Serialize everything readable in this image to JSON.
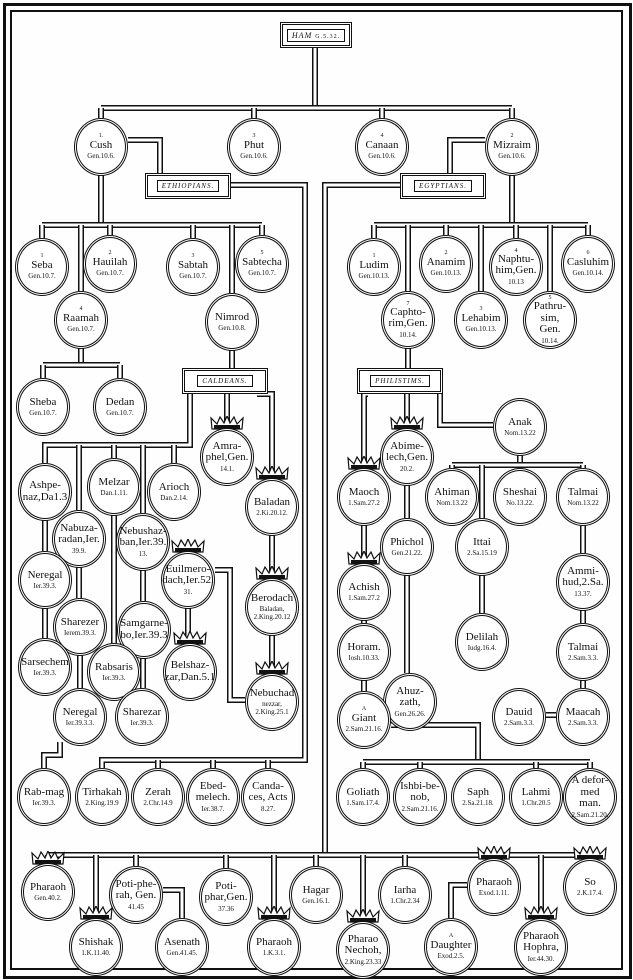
{
  "banners": {
    "ham": "HAM",
    "ham_ref": "G.5.32.",
    "ethiopians": "ETHIOPIANS.",
    "egyptians": "EGYPTIANS.",
    "caldeans": "CALDEANS.",
    "philistims": "PHILISTIMS."
  },
  "nodes": [
    {
      "id": "cush",
      "num": "1.",
      "name": "Cush",
      "ref": "Gen.10.6."
    },
    {
      "id": "phut",
      "num": "3",
      "name": "Phut",
      "ref": "Gen.10.6."
    },
    {
      "id": "canaan",
      "num": "4",
      "name": "Canaan",
      "ref": "Gen.10.6."
    },
    {
      "id": "mizraim",
      "num": "2",
      "name": "Mizraim",
      "ref": "Gen.10.6."
    },
    {
      "id": "seba",
      "num": "1",
      "name": "Seba",
      "ref": "Gen.10.7."
    },
    {
      "id": "hauilah",
      "num": "2",
      "name": "Hauilah",
      "ref": "Gen.10.7."
    },
    {
      "id": "sabtah",
      "num": "3",
      "name": "Sabtah",
      "ref": "Gen.10.7."
    },
    {
      "id": "sabtecha",
      "num": "5",
      "name": "Sabtecha",
      "ref": "Gen.10.7."
    },
    {
      "id": "raamah",
      "num": "4",
      "name": "Raamah",
      "ref": "Gen.10.7."
    },
    {
      "id": "nimrod",
      "name": "Nimrod",
      "ref": "Gen.10.8."
    },
    {
      "id": "ludim",
      "num": "1",
      "name": "Ludim",
      "ref": "Gen.10.13."
    },
    {
      "id": "anamim",
      "num": "2",
      "name": "Anamim",
      "ref": "Gen.10.13."
    },
    {
      "id": "naphtuhim",
      "num": "4",
      "name": "Naphtu-him,Gen.",
      "ref": "10.13"
    },
    {
      "id": "casluhim",
      "num": "6",
      "name": "Casluhim",
      "ref": "Gen.10.14."
    },
    {
      "id": "caphtorim",
      "num": "7",
      "name": "Caphto-rim,Gen.",
      "ref": "10.14."
    },
    {
      "id": "lehabim",
      "num": "3",
      "name": "Lehabim",
      "ref": "Gen.10.13."
    },
    {
      "id": "pathrusim",
      "num": "5",
      "name": "Pathru-sim, Gen.",
      "ref": "10.14."
    },
    {
      "id": "sheba",
      "name": "Sheba",
      "ref": "Gen.10.7."
    },
    {
      "id": "dedan",
      "name": "Dedan",
      "ref": "Gen.10.7."
    },
    {
      "id": "amraphel",
      "name": "Amra-phel,Gen.",
      "ref": "14.1.",
      "crown": true
    },
    {
      "id": "baladan",
      "name": "Baladan",
      "ref": "2.Ki.20.12.",
      "crown": true
    },
    {
      "id": "berodach",
      "name": "Berodach",
      "ref": "Baladan, 2.King.20.12",
      "crown": true
    },
    {
      "id": "nebuchad",
      "name": "Nebuchad",
      "ref": "nezzar, 2.King.25.1",
      "crown": true
    },
    {
      "id": "ashpenaz",
      "name": "Ashpe-naz,Da1.3",
      "ref": ""
    },
    {
      "id": "melzar",
      "name": "Melzar",
      "ref": "Dan.1.11."
    },
    {
      "id": "arioch",
      "name": "Arioch",
      "ref": "Dan.2.14."
    },
    {
      "id": "nabuzaradan",
      "name": "Nabuza-radan,Ier.",
      "ref": "39.9."
    },
    {
      "id": "nebushazban",
      "name": "Nebushaz-ban,Ier.39.",
      "ref": "13."
    },
    {
      "id": "neregal1",
      "name": "Neregal",
      "ref": "Ier.39.3."
    },
    {
      "id": "euilmerodach",
      "name": "Euilmero-dach,Ier.52.",
      "ref": "31.",
      "crown": true
    },
    {
      "id": "sharezer",
      "name": "Sharezer",
      "ref": "Ierem.39.3."
    },
    {
      "id": "samgarnebo",
      "name": "Samgarne-bo,Ier.39.3",
      "ref": ""
    },
    {
      "id": "sarsechem",
      "name": "Sarsechem",
      "ref": "Ier.39.3."
    },
    {
      "id": "rabsaris",
      "name": "Rabsaris",
      "ref": "Ier.39.3."
    },
    {
      "id": "belshazzar",
      "name": "Belshaz-zar,Dan.5.1",
      "ref": "",
      "crown": true
    },
    {
      "id": "neregal2",
      "name": "Neregal",
      "ref": "Ier.39.3.3."
    },
    {
      "id": "sharezar",
      "name": "Sharezar",
      "ref": "Ier.39.3."
    },
    {
      "id": "anak",
      "name": "Anak",
      "ref": "Nom.13.22"
    },
    {
      "id": "abimelech",
      "name": "Abime-lech,Gen.",
      "ref": "20.2.",
      "crown": true
    },
    {
      "id": "maoch",
      "name": "Maoch",
      "ref": "1.Sam.27.2",
      "crown": true
    },
    {
      "id": "ahiman",
      "name": "Ahiman",
      "ref": "Nom.13.22"
    },
    {
      "id": "sheshai",
      "name": "Sheshai",
      "ref": "No.13.22."
    },
    {
      "id": "talmai1",
      "name": "Talmai",
      "ref": "Nom.13.22"
    },
    {
      "id": "phichol",
      "name": "Phichol",
      "ref": "Gen.21.22."
    },
    {
      "id": "ittai",
      "name": "Ittai",
      "ref": "2.Sa.15.19"
    },
    {
      "id": "achish",
      "name": "Achish",
      "ref": "1.Sam.27.2",
      "crown": true
    },
    {
      "id": "ammihud",
      "name": "Ammi-hud,2.Sa.",
      "ref": "13.37."
    },
    {
      "id": "horam",
      "name": "Horam.",
      "ref": "Iosh.10.33."
    },
    {
      "id": "delilah",
      "name": "Delilah",
      "ref": "Iudg.16.4."
    },
    {
      "id": "talmai2",
      "name": "Talmai",
      "ref": "2.Sam.3.3."
    },
    {
      "id": "ahuzzath",
      "name": "Ahuz-zath,",
      "ref": "Gen.26.26."
    },
    {
      "id": "giant",
      "num": "A",
      "name": "Giant",
      "ref": "2.Sam.21.16."
    },
    {
      "id": "dauid",
      "name": "Dauid",
      "ref": "2.Sam.3.3."
    },
    {
      "id": "maacah",
      "name": "Maacah",
      "ref": "2.Sam.3.3."
    },
    {
      "id": "rabmag",
      "name": "Rab-mag",
      "ref": "Ier.39.3."
    },
    {
      "id": "tirhakah",
      "name": "Tirhakah",
      "ref": "2.King.19.9"
    },
    {
      "id": "zerah",
      "name": "Zerah",
      "ref": "2.Chr.14.9"
    },
    {
      "id": "ebedmelech",
      "name": "Ebed-melech.",
      "ref": "Ier.38.7."
    },
    {
      "id": "candaces",
      "name": "Canda-ces, Acts",
      "ref": "8.27."
    },
    {
      "id": "goliath",
      "name": "Goliath",
      "ref": "1.Sam.17.4."
    },
    {
      "id": "ishbibenob",
      "name": "Ishbi-be-nob,",
      "ref": "2.Sam.21.16."
    },
    {
      "id": "saph",
      "name": "Saph",
      "ref": "2.Sa.21.18."
    },
    {
      "id": "lahmi",
      "name": "Lahmi",
      "ref": "1.Chr.20.5"
    },
    {
      "id": "deformed",
      "name": "A defor-med man.",
      "ref": "2.Sam.21.20."
    },
    {
      "id": "pharaoh1",
      "name": "Pharaoh",
      "ref": "Gen.40.2.",
      "crown": true
    },
    {
      "id": "potipherah",
      "name": "Poti-phe-rah, Gen.",
      "ref": "41.45"
    },
    {
      "id": "potiphar",
      "name": "Poti-phar,Gen.",
      "ref": "37.36"
    },
    {
      "id": "hagar",
      "name": "Hagar",
      "ref": "Gen.16.1."
    },
    {
      "id": "iarha",
      "name": "Iarha",
      "ref": "1.Chr.2.34"
    },
    {
      "id": "pharaoh2",
      "name": "Pharaoh",
      "ref": "Exod.1.11.",
      "crown": true
    },
    {
      "id": "so",
      "name": "So",
      "ref": "2.K.17.4.",
      "crown": true
    },
    {
      "id": "shishak",
      "name": "Shishak",
      "ref": "1.K.11.40.",
      "crown": true
    },
    {
      "id": "asenath",
      "name": "Asenath",
      "ref": "Gen.41.45."
    },
    {
      "id": "pharaoh3",
      "name": "Pharaoh",
      "ref": "1.K.3.1.",
      "crown": true
    },
    {
      "id": "pharaonecho",
      "name": "Pharao Nechoh,",
      "ref": "2.King.23.33",
      "crown": true
    },
    {
      "id": "daughter",
      "num": "A",
      "name": "Daughter",
      "ref": "Exod.2.5."
    },
    {
      "id": "pharaohhophra",
      "name": "Pharaoh Hophra,",
      "ref": "Ier.44.30.",
      "crown": true
    }
  ]
}
